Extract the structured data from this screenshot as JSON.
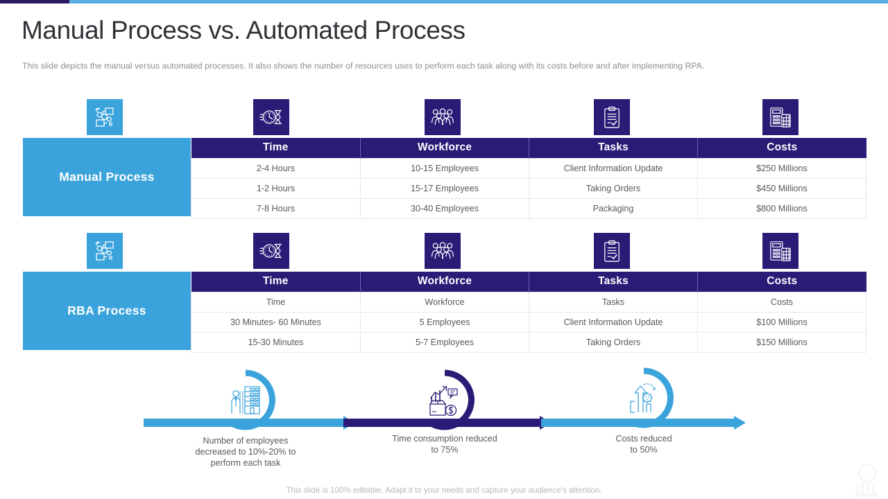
{
  "accent": {
    "navy": "#2b1a76",
    "light_blue": "#3ba3db",
    "topbar_dark": "#2b1a62",
    "topbar_light": "#57ace0",
    "text_gray": "#55585d",
    "subtitle_gray": "#8a8d92"
  },
  "header": {
    "title": "Manual Process vs. Automated Process",
    "subtitle": "This slide depicts the manual versus automated processes. It also shows the number of resources uses to perform each task along with its costs before and after implementing RPA."
  },
  "icons": {
    "process": "process-gears-icon",
    "time": "clock-hourglass-icon",
    "workforce": "people-group-icon",
    "tasks": "clipboard-check-icon",
    "costs": "calculator-icon"
  },
  "columns": [
    "Time",
    "Workforce",
    "Tasks",
    "Costs"
  ],
  "blocks": [
    {
      "label": "Manual Process",
      "rows": [
        [
          "2-4 Hours",
          "10-15 Employees",
          "Client Information Update",
          "$250 Millions"
        ],
        [
          "1-2 Hours",
          "15-17 Employees",
          "Taking Orders",
          "$450 Millions"
        ],
        [
          "7-8 Hours",
          "30-40 Employees",
          "Packaging",
          "$800 Millions"
        ]
      ]
    },
    {
      "label": "RBA Process",
      "rows": [
        [
          "Time",
          "Workforce",
          "Tasks",
          "Costs"
        ],
        [
          "30  Minutes- 60 Minutes",
          "5 Employees",
          "Client Information Update",
          "$100 Millions"
        ],
        [
          "15-30 Minutes",
          "5-7 Employees",
          "Taking Orders",
          "$150 Millions"
        ]
      ]
    }
  ],
  "timeline": {
    "steps": [
      {
        "icon": "employee-building-icon",
        "color": "#3ba3db",
        "caption_line1": "Number of employees",
        "caption_line2": "decreased to  10%-20% to",
        "caption_line3": "perform each task"
      },
      {
        "icon": "growth-box-dollar-icon",
        "color": "#2b1a76",
        "caption_line1": "Time consumption reduced",
        "caption_line2": "to 75%",
        "caption_line3": ""
      },
      {
        "icon": "gear-growth-arrows-icon",
        "color": "#3ba3db",
        "caption_line1": "Costs reduced",
        "caption_line2": "to 50%",
        "caption_line3": ""
      }
    ]
  },
  "footer": {
    "note": "This slide is 100% editable. Adapt it to your needs and capture your audience's attention."
  }
}
